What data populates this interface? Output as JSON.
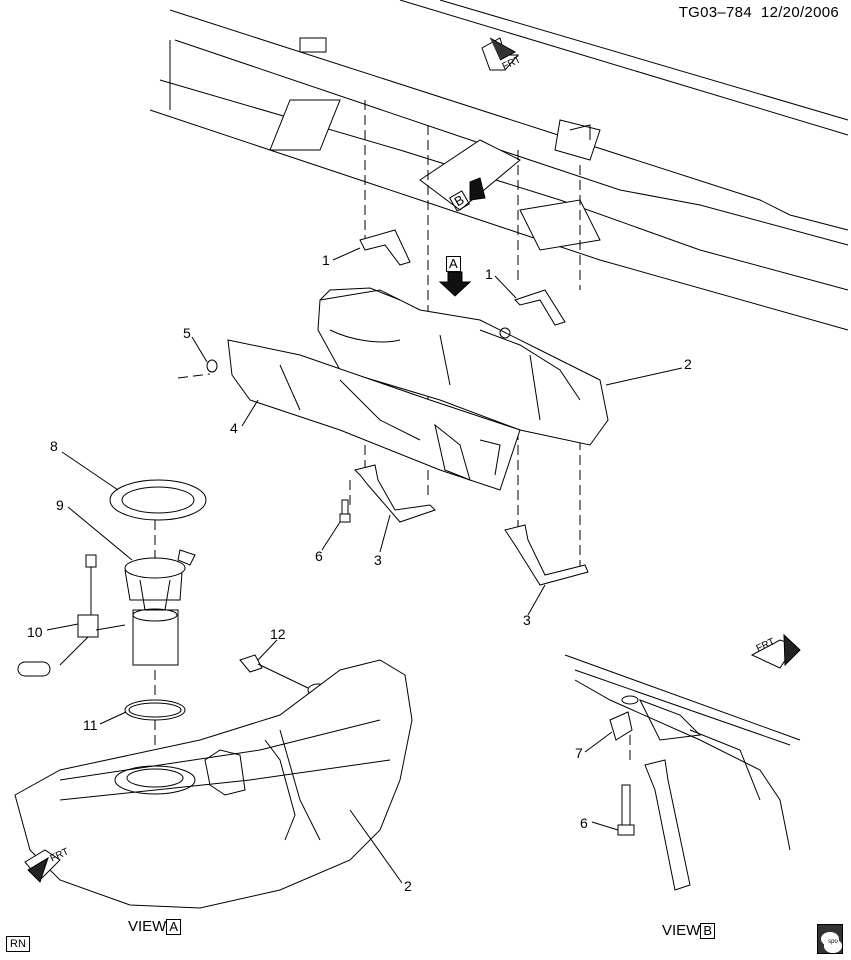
{
  "header": {
    "drawing_id": "TG03–784",
    "date": "12/20/2006"
  },
  "frt_label": "FRT",
  "callouts": [
    "1",
    "1",
    "2",
    "2",
    "3",
    "3",
    "4",
    "5",
    "6",
    "6",
    "7",
    "8",
    "9",
    "10",
    "11",
    "12"
  ],
  "view_markers": {
    "a": "A",
    "b": "B"
  },
  "views": {
    "a_prefix": "VIEW",
    "a_letter": "A",
    "b_prefix": "VIEW",
    "b_letter": "B"
  },
  "badge": {
    "text": "RN"
  },
  "logo": {
    "line1": "gm",
    "line2": "spo"
  }
}
